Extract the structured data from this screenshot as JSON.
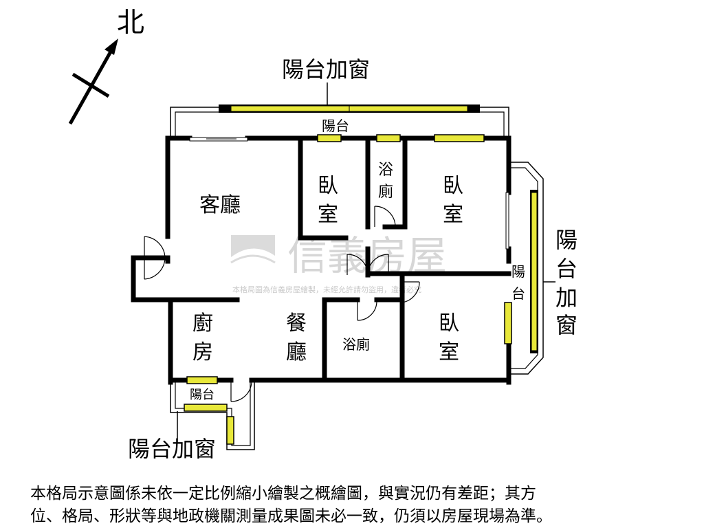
{
  "compass": {
    "label": "北"
  },
  "labels": {
    "top_window": "陽台加窗",
    "top_balcony": "陽台",
    "living": "客廳",
    "bedroom_a": [
      "臥",
      "室"
    ],
    "bath_top": [
      "浴",
      "廁"
    ],
    "bedroom_b": [
      "臥",
      "室"
    ],
    "side_balcony": [
      "陽",
      "台"
    ],
    "side_window": [
      "陽",
      "台",
      "加",
      "窗"
    ],
    "kitchen": [
      "廚",
      "房"
    ],
    "dining": [
      "餐",
      "廳"
    ],
    "bath_bottom": "浴廁",
    "bedroom_c": [
      "臥",
      "室"
    ],
    "bottom_balcony": "陽台",
    "bottom_window": "陽台加窗"
  },
  "watermark": {
    "brand": "信義房屋",
    "notice": "本格局圖為信義房屋繪製，未經允許請勿盜用，違者必究"
  },
  "disclaimer": [
    "本格局示意圖係未依一定比例縮小繪製之概繪圖，與實況仍有差距；其方",
    "位、格局、形狀等與地政機關測量成果圖未必一致，仍須以房屋現場為準。"
  ],
  "colors": {
    "wall": "#000000",
    "window": "#e8e83a",
    "watermark": "#c9c9c9"
  }
}
